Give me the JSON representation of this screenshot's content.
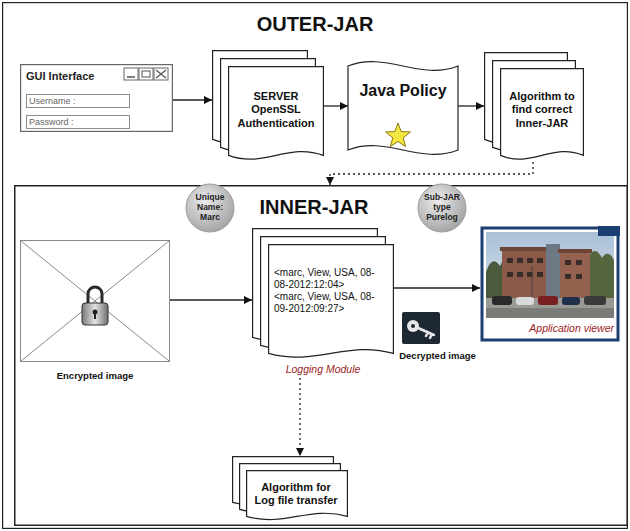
{
  "diagram": {
    "nodes": [
      {
        "text": [
          "OUTER-JAR"
        ]
      },
      {
        "text": [
          "GUI Interface"
        ],
        "in": 0
      },
      {
        "text": [
          "Username :"
        ],
        "in": 1
      },
      {
        "text": [
          "Password :"
        ],
        "in": 1
      },
      {
        "text": [
          "SERVER OpenSSL Authentication"
        ],
        "in": 0
      },
      {
        "text": [
          "Java Policy"
        ],
        "in": 0
      },
      {
        "text": [
          "Algorithm to find correct Inner-JAR"
        ],
        "in": 0
      },
      {
        "text": [
          "INNER-JAR"
        ],
        "in": 0
      },
      {
        "text": [
          "Unique Name: Marc"
        ],
        "in": 7
      },
      {
        "text": [
          "Sub-JAR type Purelog"
        ],
        "in": 7
      },
      {
        "text": [
          "Encrypted image"
        ],
        "in": 7
      },
      {
        "text": [
          "<marc, View, USA, 08-08-2012:12:04>",
          "<marc, View, USA, 08-09-2012:09:27>",
          "Logging Module"
        ],
        "in": 7
      },
      {
        "text": [
          "Application viewer"
        ],
        "in": 7
      },
      {
        "text": [
          "Algorithm for Log file transfer"
        ],
        "in": 7
      }
    ],
    "edges": [
      {
        "from": 1,
        "to": 4,
        "arrow": "to"
      },
      {
        "from": 4,
        "to": 5,
        "arrow": "to"
      },
      {
        "from": 5,
        "to": 6,
        "arrow": "to"
      },
      {
        "from": 6,
        "to": 7,
        "arrow": "to"
      },
      {
        "from": 10,
        "to": 11,
        "arrow": "to"
      },
      {
        "from": 11,
        "to": 12,
        "arrow": "to"
      },
      {
        "from": 11,
        "to": 13,
        "arrow": "to"
      }
    ],
    "labels": [
      "Decrypted image"
    ]
  }
}
